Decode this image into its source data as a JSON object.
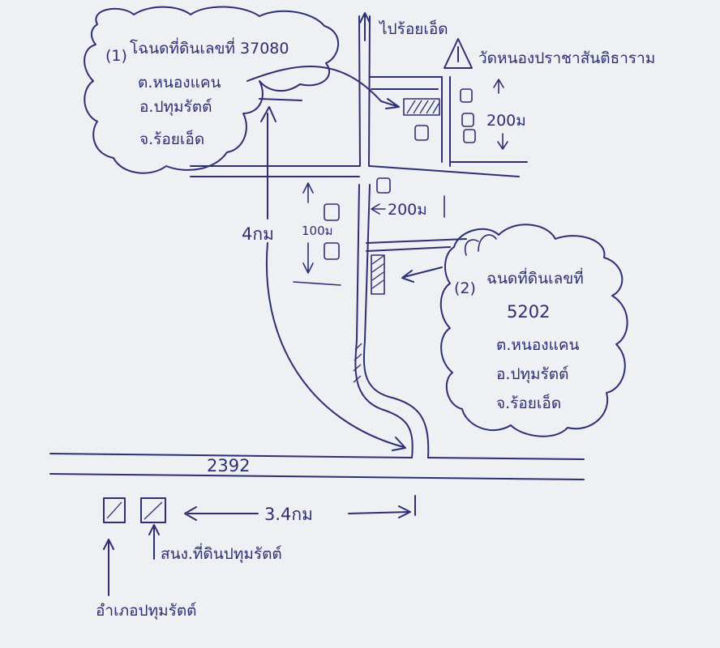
{
  "map": {
    "top_road_label": "ไปร้อยเอ็ด",
    "temple_label": "วัดหนองปราชาสันติธาราม",
    "main_road_label": "2392",
    "distance_right_200": "200ม",
    "distance_horizontal_200": "200ม",
    "distance_mid_100": "100ม",
    "distance_4km": "4กม",
    "distance_34km": "3.4กม",
    "office_label": "สนง.ที่ดินปทุมรัตต์",
    "district_label": "อำเภอปทุมรัตต์"
  },
  "parcels": [
    {
      "number": "(1)",
      "title": "โฉนดที่ดินเลขที่ 37080",
      "subdistrict": "ต.หนองแคน",
      "district": "อ.ปทุมรัตต์",
      "province": "จ.ร้อยเอ็ด"
    },
    {
      "number": "(2)",
      "title": "ฉนดที่ดินเลขที่",
      "number_value": "5202",
      "subdistrict": "ต.หนองแคน",
      "district": "อ.ปทุมรัตต์",
      "province": "จ.ร้อยเอ็ด"
    }
  ]
}
